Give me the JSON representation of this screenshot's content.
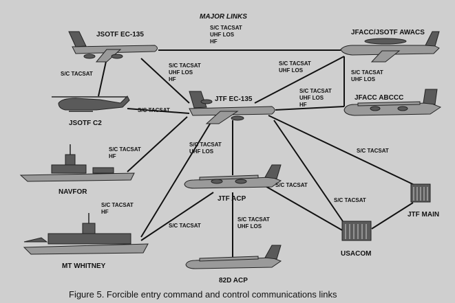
{
  "title": "MAJOR LINKS",
  "caption": "Figure 5. Forcible entry command and control communications links",
  "nodes": {
    "jsotf_ec135": "JSOTF EC-135",
    "jfacc_awacs": "JFACC/JSOTF AWACS",
    "jtf_ec135": "JTF EC-135",
    "jfacc_abccc": "JFACC ABCCC",
    "jsotf_c2": "JSOTF C2",
    "navfor": "NAVFOR",
    "jtf_acp": "JTF ACP",
    "jtf_main": "JTF MAIN",
    "usacom": "USACOM",
    "mt_whitney": "MT WHITNEY",
    "acp_82d": "82D ACP"
  },
  "links": {
    "ec135_awacs": [
      "S/C TACSAT",
      "UHF LOS",
      "HF"
    ],
    "ec135_c2": [
      "S/C TACSAT"
    ],
    "ec135_jtf": [
      "S/C TACSAT",
      "UHF LOS",
      "HF"
    ],
    "jtf_awacs": [
      "S/C TACSAT",
      "UHF LOS"
    ],
    "awacs_abccc": [
      "S/C TACSAT",
      "UHF LOS"
    ],
    "jtf_abccc": [
      "S/C TACSAT",
      "UHF LOS",
      "HF"
    ],
    "jtf_c2": [
      "S/C TACSAT"
    ],
    "jtf_navfor": [
      "S/C TACSAT",
      "HF"
    ],
    "jtf_acp": [
      "S/C TACSAT",
      "UHF LOS"
    ],
    "jtf_main": [
      "S/C TACSAT"
    ],
    "acp_usacom": [
      "S/C TACSAT"
    ],
    "jtf_usacom": [
      "S/C TACSAT"
    ],
    "jtf_whitney": [
      "S/C TACSAT",
      "HF"
    ],
    "acp_whitney": [
      "S/C TACSAT"
    ],
    "acp_82d": [
      "S/C TACSAT",
      "UHF LOS"
    ]
  }
}
